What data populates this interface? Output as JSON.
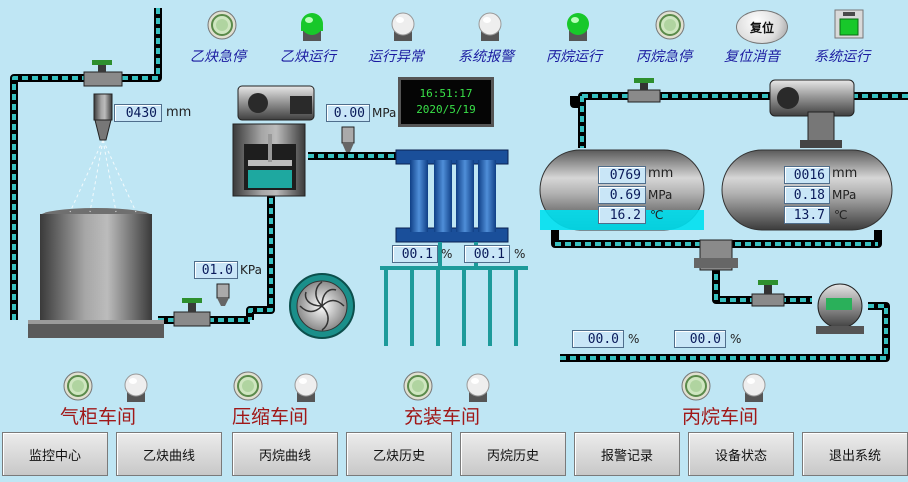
{
  "top_lamps": [
    {
      "label": "乙炔急停",
      "state": "off"
    },
    {
      "label": "乙炔运行",
      "state": "on"
    },
    {
      "label": "运行异常",
      "state": "off"
    },
    {
      "label": "系统报警",
      "state": "off"
    },
    {
      "label": "丙烷运行",
      "state": "on"
    },
    {
      "label": "丙烷急停",
      "state": "off"
    },
    {
      "label": "复位消音",
      "state": "button"
    },
    {
      "label": "系统运行",
      "state": "on"
    }
  ],
  "reset_button_label": "复位",
  "clock": {
    "time": "16:51:17",
    "date": "2020/5/19"
  },
  "readings": {
    "gasholder_level": {
      "value": "0430",
      "unit": "mm"
    },
    "compressor_pressure": {
      "value": "0.00",
      "unit": "MPa"
    },
    "inlet_pressure": {
      "value": "01.0",
      "unit": "KPa"
    },
    "fill_left": {
      "value": "00.1",
      "unit": "%"
    },
    "fill_right": {
      "value": "00.1",
      "unit": "%"
    },
    "tank1_level": {
      "value": "0769",
      "unit": "mm"
    },
    "tank1_pressure": {
      "value": "0.69",
      "unit": "MPa"
    },
    "tank1_temp": {
      "value": "16.2",
      "unit": "℃"
    },
    "tank2_level": {
      "value": "0016",
      "unit": "mm"
    },
    "tank2_pressure": {
      "value": "0.18",
      "unit": "MPa"
    },
    "tank2_temp": {
      "value": "13.7",
      "unit": "℃"
    },
    "propane_out_left": {
      "value": "00.0",
      "unit": "%"
    },
    "propane_out_right": {
      "value": "00.0",
      "unit": "%"
    }
  },
  "tank1_fill_fraction": 0.25,
  "tank2_fill_fraction": 0.0,
  "workshops": [
    {
      "label": "气柜车间"
    },
    {
      "label": "压缩车间"
    },
    {
      "label": "充装车间"
    },
    {
      "label": "丙烷车间"
    }
  ],
  "nav_buttons": [
    "监控中心",
    "乙炔曲线",
    "丙烷曲线",
    "乙炔历史",
    "丙烷历史",
    "报警记录",
    "设备状态",
    "退出系统"
  ],
  "colors": {
    "background": "#bfe6f4",
    "pipe": "#000000",
    "pipe_dash": "#37c0c0",
    "lamp_green": "#1fd12f",
    "workshop_text": "#a01818",
    "lamp_text": "#1a1aa0"
  }
}
